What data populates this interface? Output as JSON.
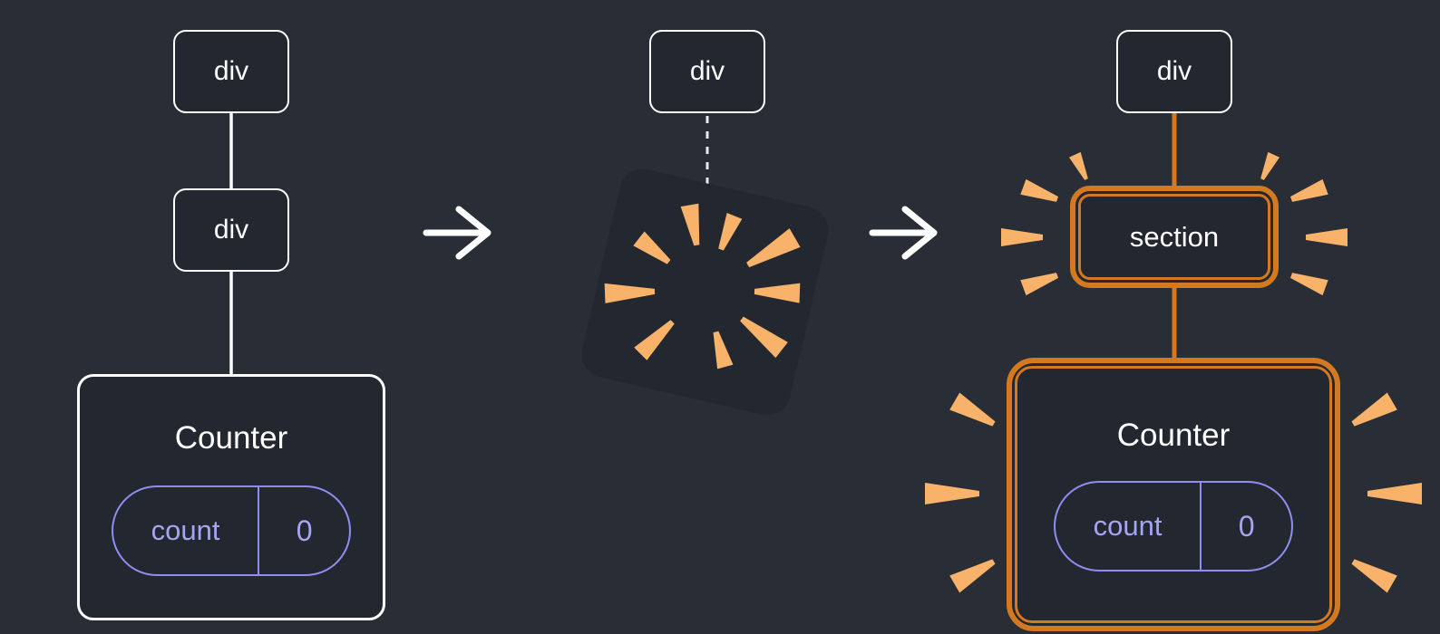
{
  "colors": {
    "background": "#282d36",
    "node_fill": "#23272f",
    "node_border": "#ffffff",
    "text": "#ffffff",
    "accent_orange": "#d4791f",
    "sparkle_orange": "#f8b26a",
    "state_border_purple": "#8f8df0",
    "state_text_purple": "#a6a4f4",
    "arrow_white": "#ffffff"
  },
  "before": {
    "root_label": "div",
    "child_label": "div",
    "component": {
      "title": "Counter",
      "state_key": "count",
      "state_value": "0"
    }
  },
  "during": {
    "root_label": "div"
  },
  "after": {
    "root_label": "div",
    "section_label": "section",
    "component": {
      "title": "Counter",
      "state_key": "count",
      "state_value": "0"
    }
  }
}
